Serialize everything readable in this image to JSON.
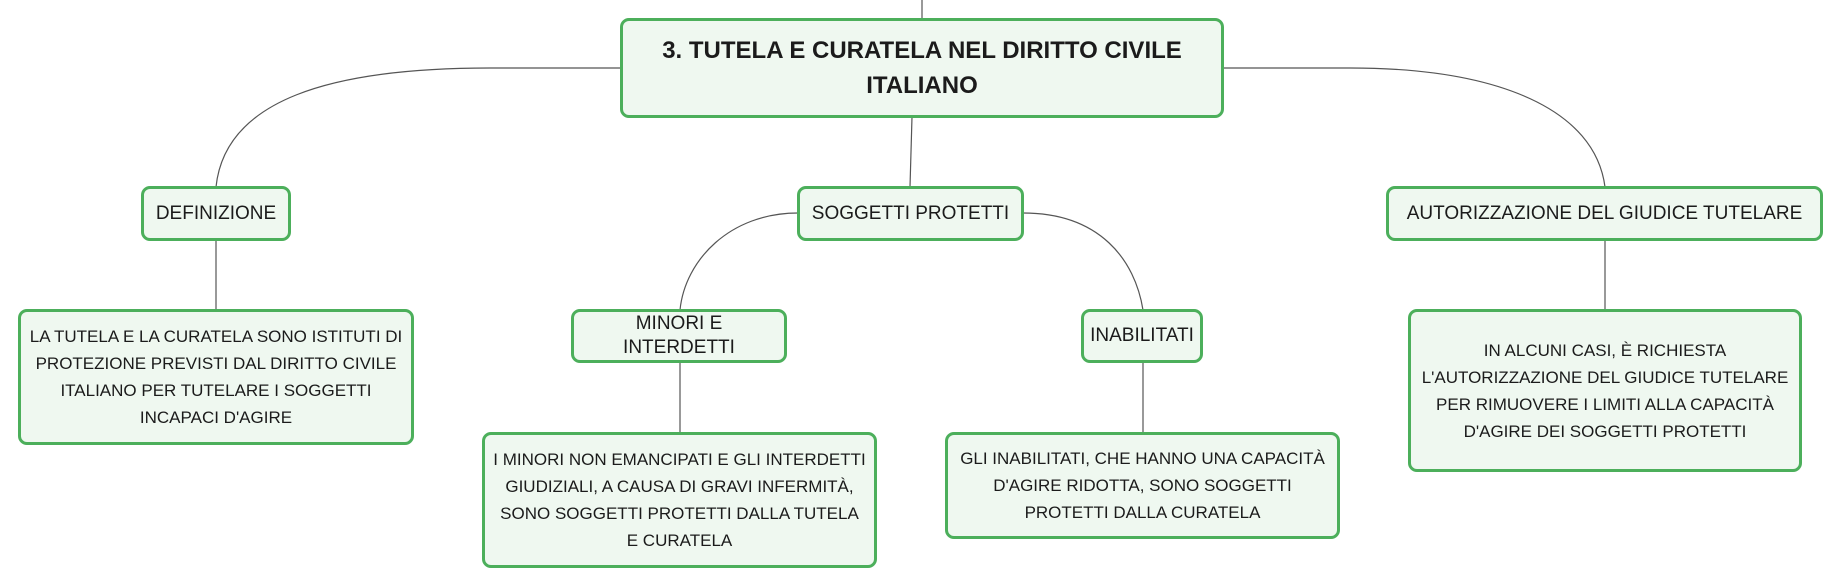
{
  "root": {
    "title": "3. TUTELA E CURATELA NEL DIRITTO CIVILE ITALIANO"
  },
  "definizione": {
    "label": "DEFINIZIONE",
    "text": "LA TUTELA E LA CURATELA SONO ISTITUTI DI PROTEZIONE PREVISTI DAL DIRITTO CIVILE ITALIANO PER TUTELARE I SOGGETTI INCAPACI D'AGIRE"
  },
  "soggetti": {
    "label": "SOGGETTI PROTETTI",
    "minori": {
      "label": "MINORI E INTERDETTI",
      "text": "I MINORI NON EMANCIPATI E GLI INTERDETTI GIUDIZIALI, A CAUSA DI GRAVI INFERMITÀ, SONO SOGGETTI PROTETTI DALLA TUTELA E CURATELA"
    },
    "inabilitati": {
      "label": "INABILITATI",
      "text": "GLI INABILITATI, CHE HANNO UNA CAPACITÀ D'AGIRE RIDOTTA, SONO SOGGETTI PROTETTI DALLA CURATELA"
    }
  },
  "autorizzazione": {
    "label": "AUTORIZZAZIONE DEL GIUDICE TUTELARE",
    "text": "IN ALCUNI CASI, È RICHIESTA L'AUTORIZZAZIONE DEL GIUDICE TUTELARE PER RIMUOVERE I LIMITI ALLA CAPACITÀ D'AGIRE DEI SOGGETTI PROTETTI"
  }
}
